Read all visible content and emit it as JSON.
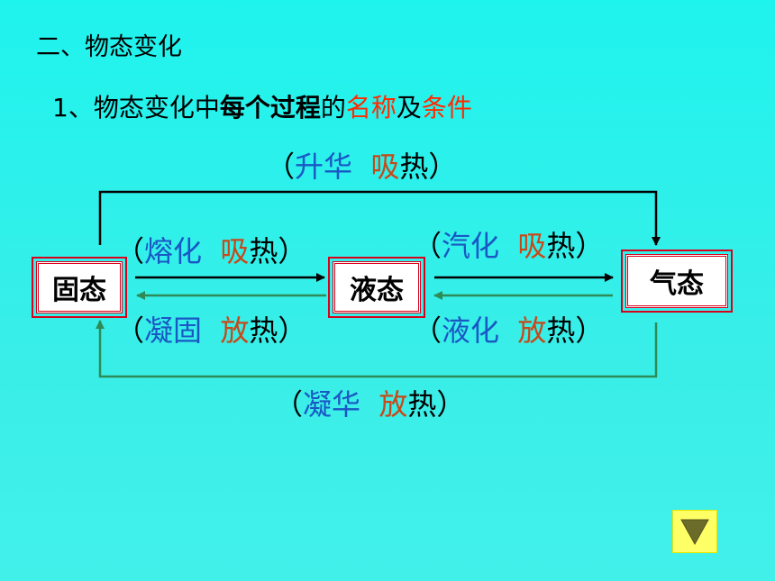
{
  "heading": "二、物态变化",
  "subheading": {
    "part1": "1、物态变化中",
    "part2": "每个过程",
    "part3": "的",
    "part4": "名称",
    "part5": "及",
    "part6": "条件"
  },
  "states": {
    "solid": "固态",
    "liquid": "液态",
    "gas": "气态"
  },
  "processes": {
    "sublimation": {
      "open": "（",
      "name": "升华",
      "cond": "吸",
      "heat": "热",
      "close": "）"
    },
    "melting": {
      "open": "（",
      "name": "熔化",
      "cond": "吸",
      "heat": "热",
      "close": "）"
    },
    "vaporization": {
      "open": "（",
      "name": "汽化",
      "cond": "吸",
      "heat": "热",
      "close": "）"
    },
    "freezing": {
      "open": "（",
      "name": "凝固",
      "cond": "放",
      "heat": "热",
      "close": "）"
    },
    "liquefaction": {
      "open": "（",
      "name": "液化",
      "cond": "放",
      "heat": "热",
      "close": "）"
    },
    "deposition": {
      "open": "（",
      "name": "凝华",
      "cond": "放",
      "heat": "热",
      "close": "）"
    }
  },
  "colors": {
    "arrow_forward": "#000000",
    "arrow_backward": "#2e8b57",
    "process_name": "#1a57c4",
    "condition": "#c84818",
    "state_border": "#d8001a",
    "nav_button": "#ffff66"
  },
  "nav": {
    "icon": "triangle-down-icon"
  }
}
